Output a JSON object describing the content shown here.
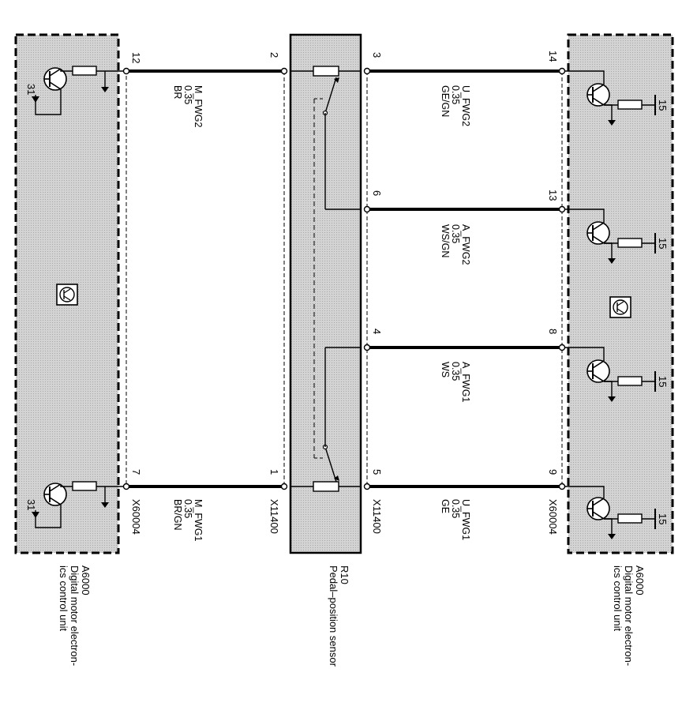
{
  "components": {
    "left_unit": {
      "id": "A6000",
      "name_line1": "Digital motor electron-",
      "name_line2": "ics control unit",
      "connector": "X60004",
      "ground": "31"
    },
    "sensor": {
      "id": "R10",
      "name": "Pedal–position sensor",
      "connector_left": "X11400",
      "connector_right": "X11400"
    },
    "right_unit": {
      "id": "A6000",
      "name_line1": "Digital motor electron-",
      "name_line2": "ics control unit",
      "connector": "X60004",
      "supply": "15"
    }
  },
  "wires": {
    "m_fwg2": {
      "signal": "M_FWG2",
      "size": "0.35",
      "color": "BR",
      "pin_unit": "12",
      "pin_sensor": "2"
    },
    "m_fwg1": {
      "signal": "M_FWG1",
      "size": "0.35",
      "color": "BR/GN",
      "pin_unit": "7",
      "pin_sensor": "1"
    },
    "u_fwg2": {
      "signal": "U_FWG2",
      "size": "0.35",
      "color": "GE/GN",
      "pin_sensor": "3",
      "pin_unit": "14"
    },
    "a_fwg2": {
      "signal": "A_FWG2",
      "size": "0.35",
      "color": "WS/GN",
      "pin_sensor": "6",
      "pin_unit": "13"
    },
    "a_fwg1": {
      "signal": "A_FWG1",
      "size": "0.35",
      "color": "WS",
      "pin_sensor": "4",
      "pin_unit": "8"
    },
    "u_fwg1": {
      "signal": "U_FWG1",
      "size": "0.35",
      "color": "GE",
      "pin_sensor": "5",
      "pin_unit": "9"
    }
  },
  "icons": {
    "left_unit_symbol": "transistor-in-box-icon",
    "right_unit_symbol": "transistor-in-box-icon"
  }
}
